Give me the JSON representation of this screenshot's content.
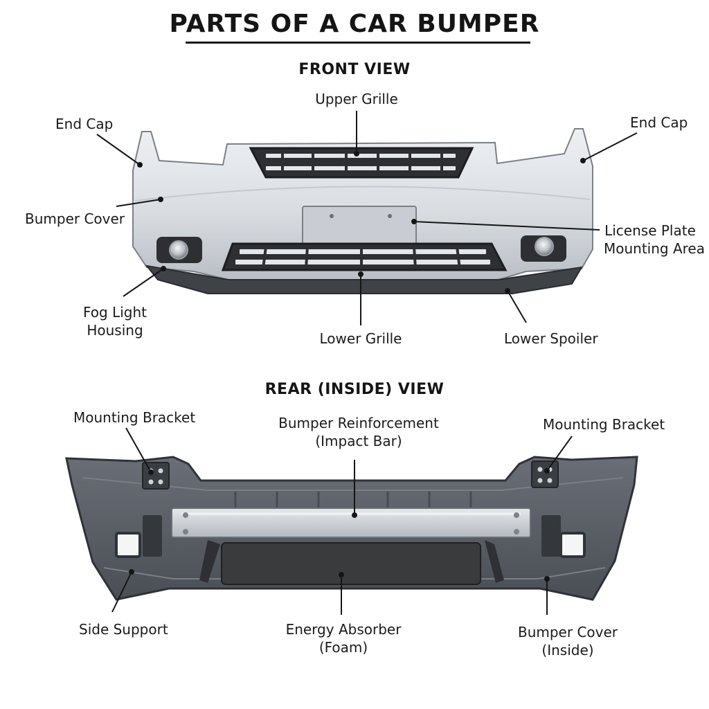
{
  "title": "PARTS OF A CAR BUMPER",
  "front": {
    "heading": "FRONT VIEW",
    "labels": {
      "upper_grille": "Upper Grille",
      "end_cap_left": "End Cap",
      "end_cap_right": "End Cap",
      "bumper_cover": "Bumper Cover",
      "license_plate_1": "License Plate",
      "license_plate_2": "Mounting Area",
      "fog_light_1": "Fog Light",
      "fog_light_2": "Housing",
      "lower_grille": "Lower Grille",
      "lower_spoiler": "Lower Spoiler"
    }
  },
  "rear": {
    "heading": "REAR (INSIDE) VIEW",
    "labels": {
      "mounting_bracket_left": "Mounting Bracket",
      "mounting_bracket_right": "Mounting Bracket",
      "reinforcement_1": "Bumper Reinforcement",
      "reinforcement_2": "(Impact Bar)",
      "side_support": "Side Support",
      "energy_absorber_1": "Energy Absorber",
      "energy_absorber_2": "(Foam)",
      "cover_inside_1": "Bumper Cover",
      "cover_inside_2": "(Inside)"
    }
  },
  "colors": {
    "front_bumper": "#d9dde2",
    "front_shadow": "#b7bcc3",
    "grille": "#2d2f33",
    "spoiler": "#3f4247",
    "rear_shell": "#565a61",
    "reinforcement": "#c9ced4",
    "foam": "#3a3b3d"
  }
}
